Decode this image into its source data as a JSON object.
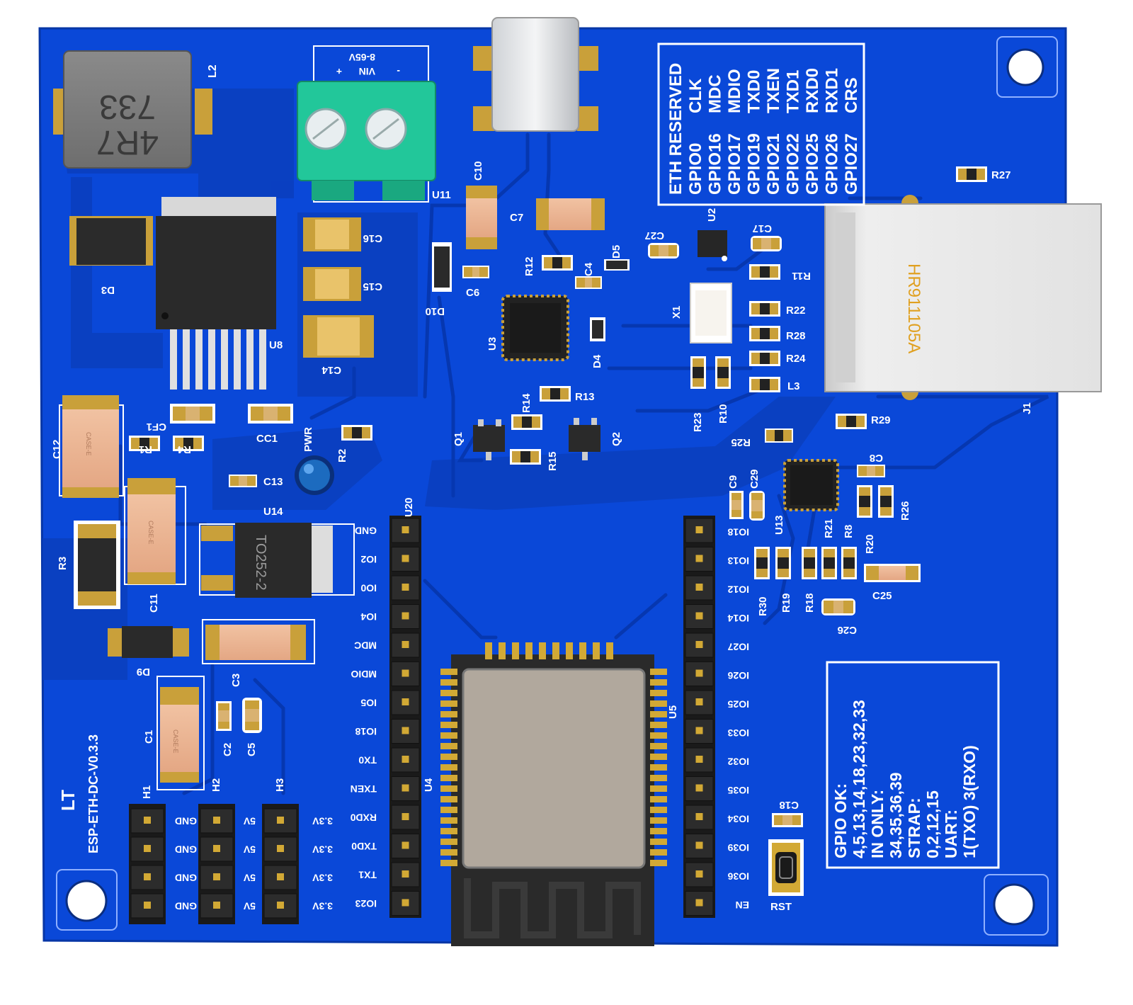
{
  "board": {
    "name": "ESP-ETH-DC-V0.3.3",
    "logo": "LT",
    "colors": {
      "solder_mask": "#0a48d8",
      "mask_dark": "#083aaa",
      "silkscreen": "#ffffff",
      "pad": "#c9a03a",
      "terminal": "#22c79a"
    }
  },
  "designators": {
    "L2": "L2",
    "U11": "U11",
    "D3": "D3",
    "U8": "U8",
    "C16": "C16",
    "C15": "C15",
    "C14": "C14",
    "C10": "C10",
    "C7": "C7",
    "D10": "D10",
    "C6": "C6",
    "R12": "R12",
    "C4": "C4",
    "D5": "D5",
    "U3": "U3",
    "D4": "D4",
    "R14": "R14",
    "R13": "R13",
    "Q1": "Q1",
    "Q2": "Q2",
    "R15": "R15",
    "C27": "C27",
    "U2": "U2",
    "C17": "C17",
    "R11": "R11",
    "X1": "X1",
    "R22": "R22",
    "R28": "R28",
    "R24": "R24",
    "L3": "L3",
    "R23": "R23",
    "R10": "R10",
    "R25": "R25",
    "R29": "R29",
    "R27": "R27",
    "J1": "J1",
    "C8": "C8",
    "C9": "C9",
    "C29": "C29",
    "U13": "U13",
    "R26": "R26",
    "R21": "R21",
    "R8": "R8",
    "R20": "R20",
    "C25": "C25",
    "R30": "R30",
    "R19": "R19",
    "R18": "R18",
    "C26": "C26",
    "C12": "C12",
    "CF1": "CF1",
    "R1": "R1",
    "R4": "R4",
    "CC1": "CC1",
    "PWR": "PWR",
    "R2": "R2",
    "C13": "C13",
    "U14": "U14",
    "U20": "U20",
    "R3": "R3",
    "C11": "C11",
    "D9": "D9",
    "C3": "C3",
    "C1": "C1",
    "C2": "C2",
    "C5": "C5",
    "U5": "U5",
    "U4": "U4",
    "H1": "H1",
    "H2": "H2",
    "H3": "H3",
    "C18": "C18",
    "RST": "RST"
  },
  "part_markings": {
    "inductor": "4R7\n733",
    "inductor_top": "733",
    "inductor_bottom": "4R7",
    "regulator": "TO252-2",
    "jack": "HR911105A",
    "cap_case": "CASE-E",
    "terminal_label": "VIN",
    "terminal_plus": "+",
    "terminal_minus": "-",
    "terminal_range": "8-65V"
  },
  "eth_box": {
    "title": "ETH RESERVED",
    "rows": [
      {
        "gpio": "GPIO0",
        "fn": "CLK"
      },
      {
        "gpio": "GPIO16",
        "fn": "MDC"
      },
      {
        "gpio": "GPIO17",
        "fn": "MDIO"
      },
      {
        "gpio": "GPIO19",
        "fn": "TXD0"
      },
      {
        "gpio": "GPIO21",
        "fn": "TXEN"
      },
      {
        "gpio": "GPIO22",
        "fn": "TXD1"
      },
      {
        "gpio": "GPIO25",
        "fn": "RXD0"
      },
      {
        "gpio": "GPIO26",
        "fn": "RXD1"
      },
      {
        "gpio": "GPIO27",
        "fn": "CRS"
      }
    ]
  },
  "gpio_box": {
    "lines": [
      "GPIO OK:",
      "4,5,13,14,18,23,32,33",
      "IN ONLY:",
      "34,35,36,39",
      "STRAP:",
      "0,2,12,15",
      "UART:",
      "1(TXO)  3(RXO)"
    ]
  },
  "left_header_pins": [
    "GND",
    "IO2",
    "IO0",
    "IO4",
    "MDC",
    "MDIO",
    "IO5",
    "IO18",
    "TX0",
    "TXEN",
    "RXD0",
    "TXD0",
    "TX1",
    "IO23"
  ],
  "right_header_pins": [
    "IO18",
    "IO13",
    "IO12",
    "IO14",
    "IO27",
    "IO26",
    "IO25",
    "IO33",
    "IO32",
    "IO35",
    "IO34",
    "IO39",
    "IO36",
    "EN"
  ],
  "power_headers": {
    "H1": [
      "GND",
      "GND",
      "GND",
      "GND"
    ],
    "H2": [
      "5V",
      "5V",
      "5V",
      "5V"
    ],
    "H3": [
      "3.3V",
      "3.3V",
      "3.3V",
      "3.3V"
    ]
  }
}
